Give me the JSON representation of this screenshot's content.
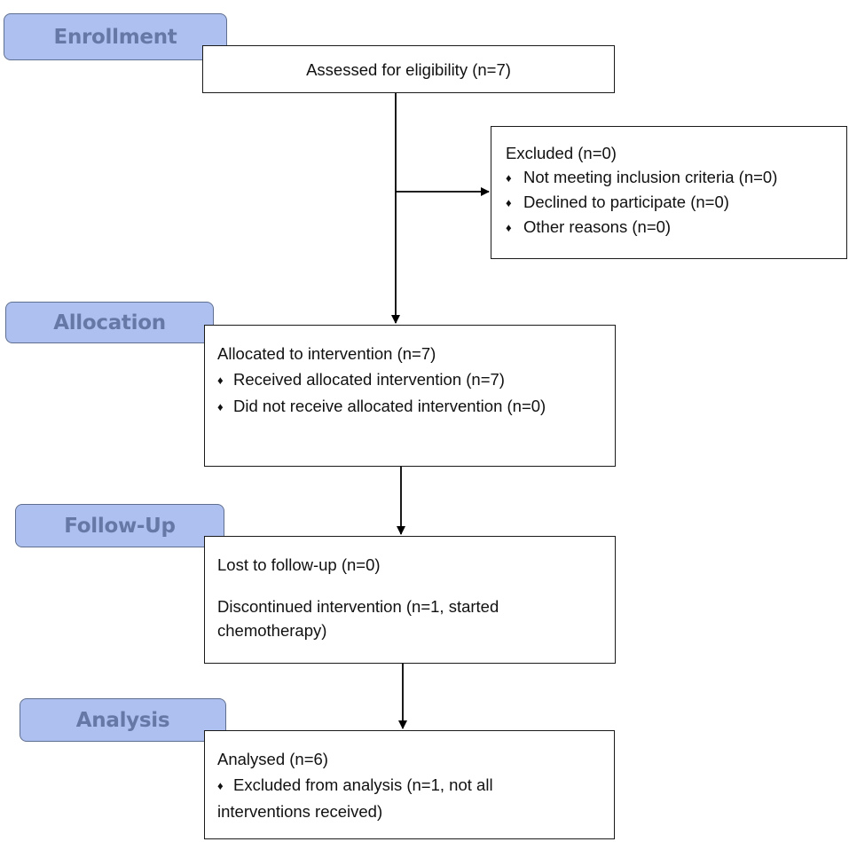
{
  "stages": {
    "enrollment": "Enrollment",
    "allocation": "Allocation",
    "follow_up": "Follow-Up",
    "analysis": "Analysis"
  },
  "bullet": "♦",
  "boxes": {
    "assessed": "Assessed for eligibility (n=7)",
    "excluded": {
      "title": "Excluded  (n=0)",
      "items": [
        "Not meeting inclusion criteria (n=0)",
        "Declined to participate (n=0)",
        "Other reasons (n=0)"
      ]
    },
    "allocated": {
      "title": "Allocated to intervention (n=7)",
      "items": [
        "Received allocated intervention (n=7)",
        "Did not receive allocated intervention (n=0)"
      ]
    },
    "follow_up": {
      "lost": "Lost to follow-up (n=0)",
      "discontinued_1": "Discontinued intervention (n=1, started",
      "discontinued_2": "chemotherapy)"
    },
    "analysed": {
      "title": "Analysed  (n=6)",
      "excluded_1": "Excluded from analysis (n=1, not all",
      "excluded_2": "interventions received)"
    }
  }
}
